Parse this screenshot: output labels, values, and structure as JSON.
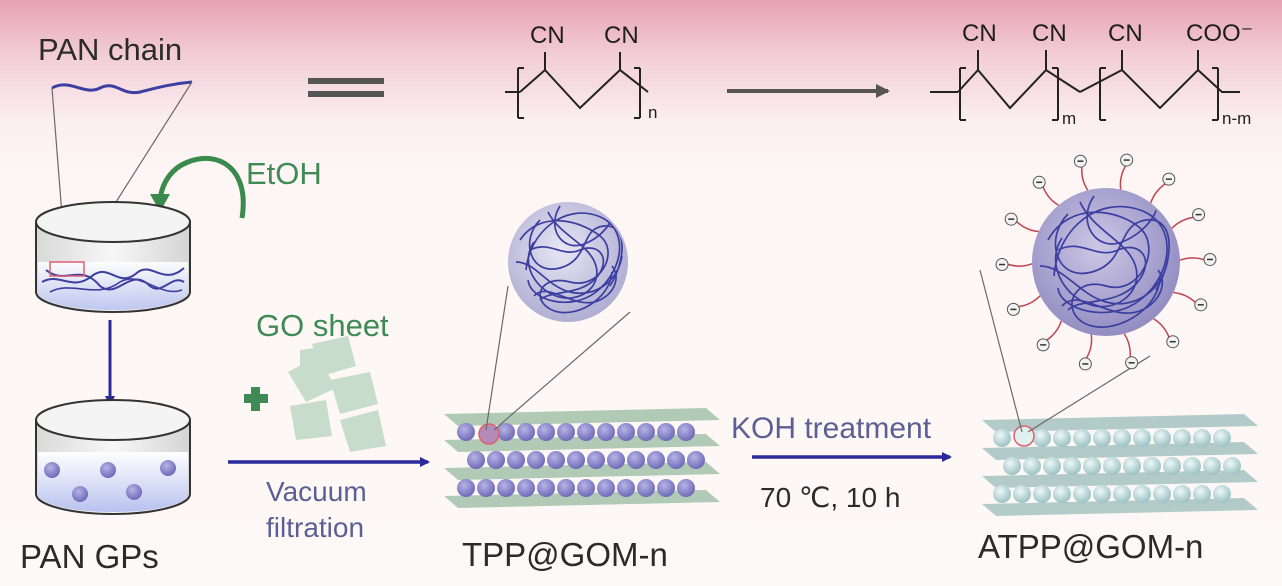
{
  "labels": {
    "pan_chain": "PAN chain",
    "etoh": "EtOH",
    "go_sheet": "GO sheet",
    "vacuum": "Vacuum",
    "filtration": "filtration",
    "koh_treatment": "KOH treatment",
    "conditions": "70 ℃, 10 h",
    "pan_gps": "PAN GPs",
    "tpp_gom": "TPP@GOM-n",
    "atpp_gom": "ATPP@GOM-n"
  },
  "chem": {
    "cn": "CN",
    "coo": "COO⁻",
    "n": "n",
    "m": "m",
    "n_minus_m": "n-m",
    "equals_sign": "="
  },
  "colors": {
    "pan_blue": "#3c3fa0",
    "arrow_blue": "#2a2a9c",
    "green": "#3f8a55",
    "gray_arrow": "#555555",
    "particle": "#7c78c6",
    "particle_treated": "#b9d6d6",
    "go_sheet": "#b6d3bd"
  }
}
